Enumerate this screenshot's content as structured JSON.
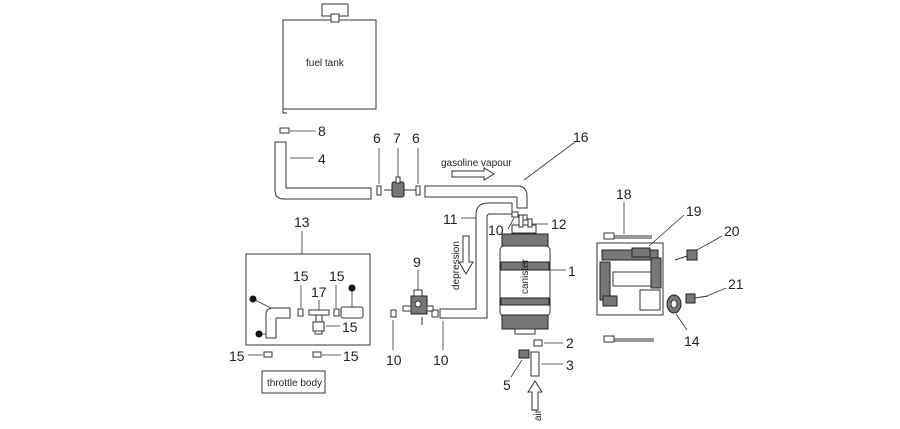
{
  "labels": {
    "fuel_tank": "fuel tank",
    "gasoline_vapour": "gasoline vapour",
    "depression": "depression",
    "canister": "canister",
    "throttle_body": "throttle body",
    "air": "air"
  },
  "callouts": {
    "p1": "1",
    "p2": "2",
    "p3": "3",
    "p4": "4",
    "p5": "5",
    "p6a": "6",
    "p6b": "6",
    "p7": "7",
    "p8": "8",
    "p9": "9",
    "p10a": "10",
    "p10b": "10",
    "p10c": "10",
    "p11": "11",
    "p12": "12",
    "p13": "13",
    "p14": "14",
    "p15a": "15",
    "p15b": "15",
    "p15c": "15",
    "p15d": "15",
    "p15e": "15",
    "p16": "16",
    "p17": "17",
    "p18": "18",
    "p19": "19",
    "p20": "20",
    "p21": "21"
  }
}
